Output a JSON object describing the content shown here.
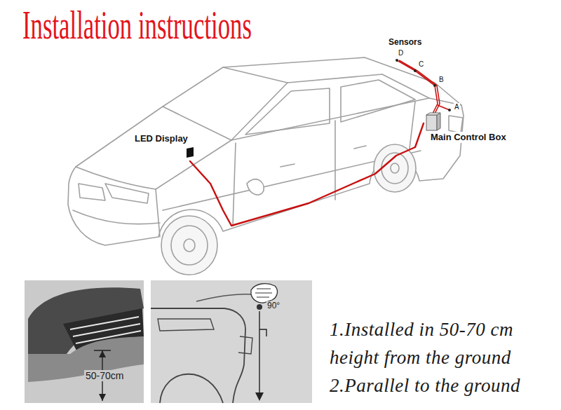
{
  "diagram": {
    "title": "Installation instructions",
    "nodes": [
      {
        "text": [
          "LED Display"
        ]
      },
      {
        "text": [
          "Main Control Box"
        ]
      }
    ],
    "edges": [
      {
        "from": 0,
        "to": 1,
        "arrow": "none"
      }
    ],
    "labels": [
      "Sensors",
      "D",
      "C",
      "B",
      "A",
      "50-70cm",
      "90°",
      "1.Installed in 50-70 cm height from the ground",
      "2.Parallel to the ground"
    ]
  }
}
